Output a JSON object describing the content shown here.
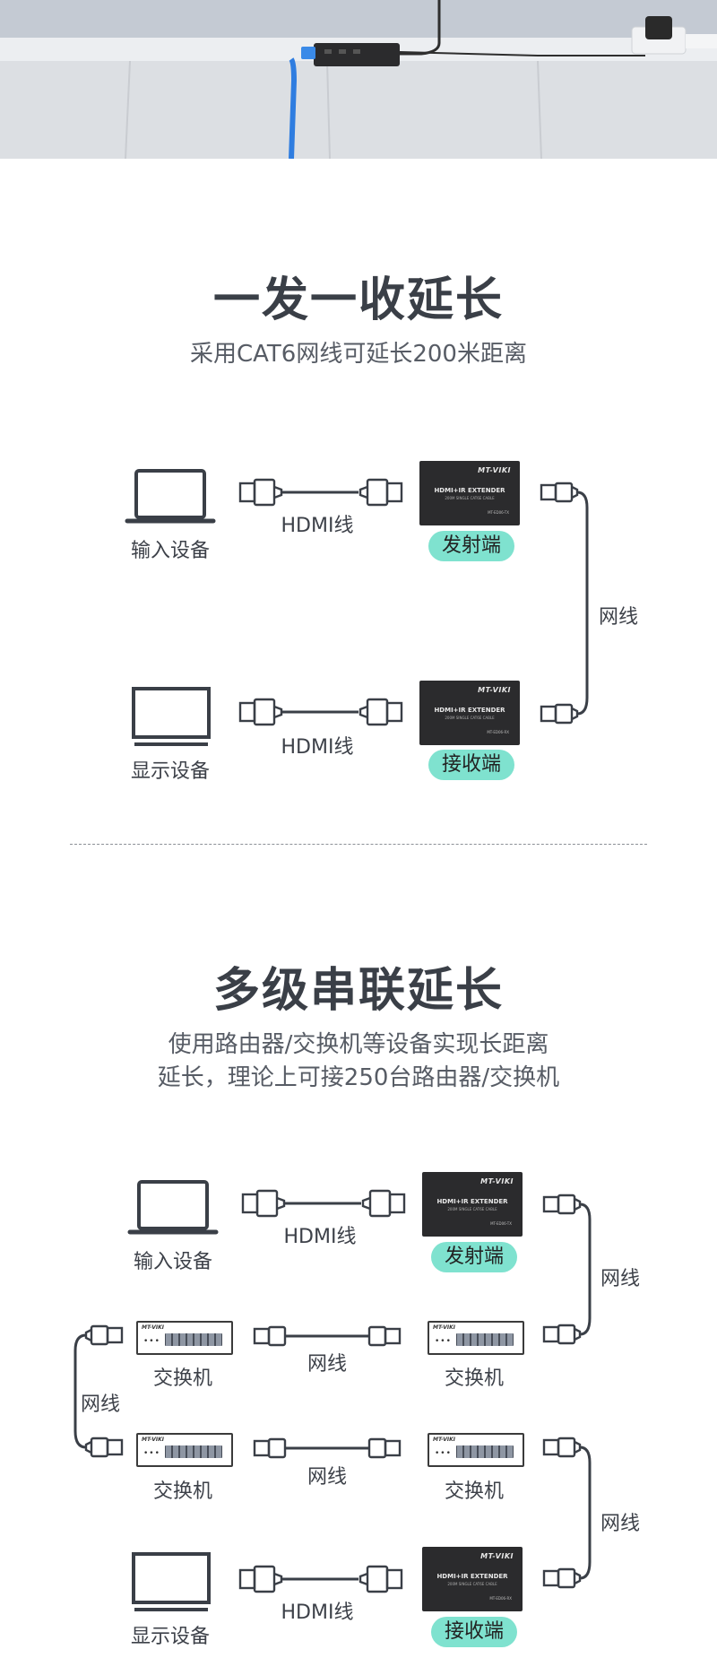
{
  "section1": {
    "title": "一发一收延长",
    "subtitle": "采用CAT6网线可延长200米距离",
    "input_label": "输入设备",
    "display_label": "显示设备",
    "hdmi_label": "HDMI线",
    "network_label": "网线",
    "transmitter": "发射端",
    "receiver": "接收端"
  },
  "section2": {
    "title": "多级串联延长",
    "subtitle_line1": "使用路由器/交换机等设备实现长距离",
    "subtitle_line2": "延长，理论上可接250台路由器/交换机",
    "input_label": "输入设备",
    "display_label": "显示设备",
    "hdmi_label": "HDMI线",
    "network_label": "网线",
    "switch_label": "交换机",
    "transmitter": "发射端",
    "receiver": "接收端"
  },
  "device": {
    "brand": "MT-VIKI",
    "model": "HDMI+IR EXTENDER",
    "cable": "200M SINGLE CAT6E CABLE",
    "tx_code": "MT-ED06-TX",
    "rx_code": "MT-ED06-RX"
  }
}
